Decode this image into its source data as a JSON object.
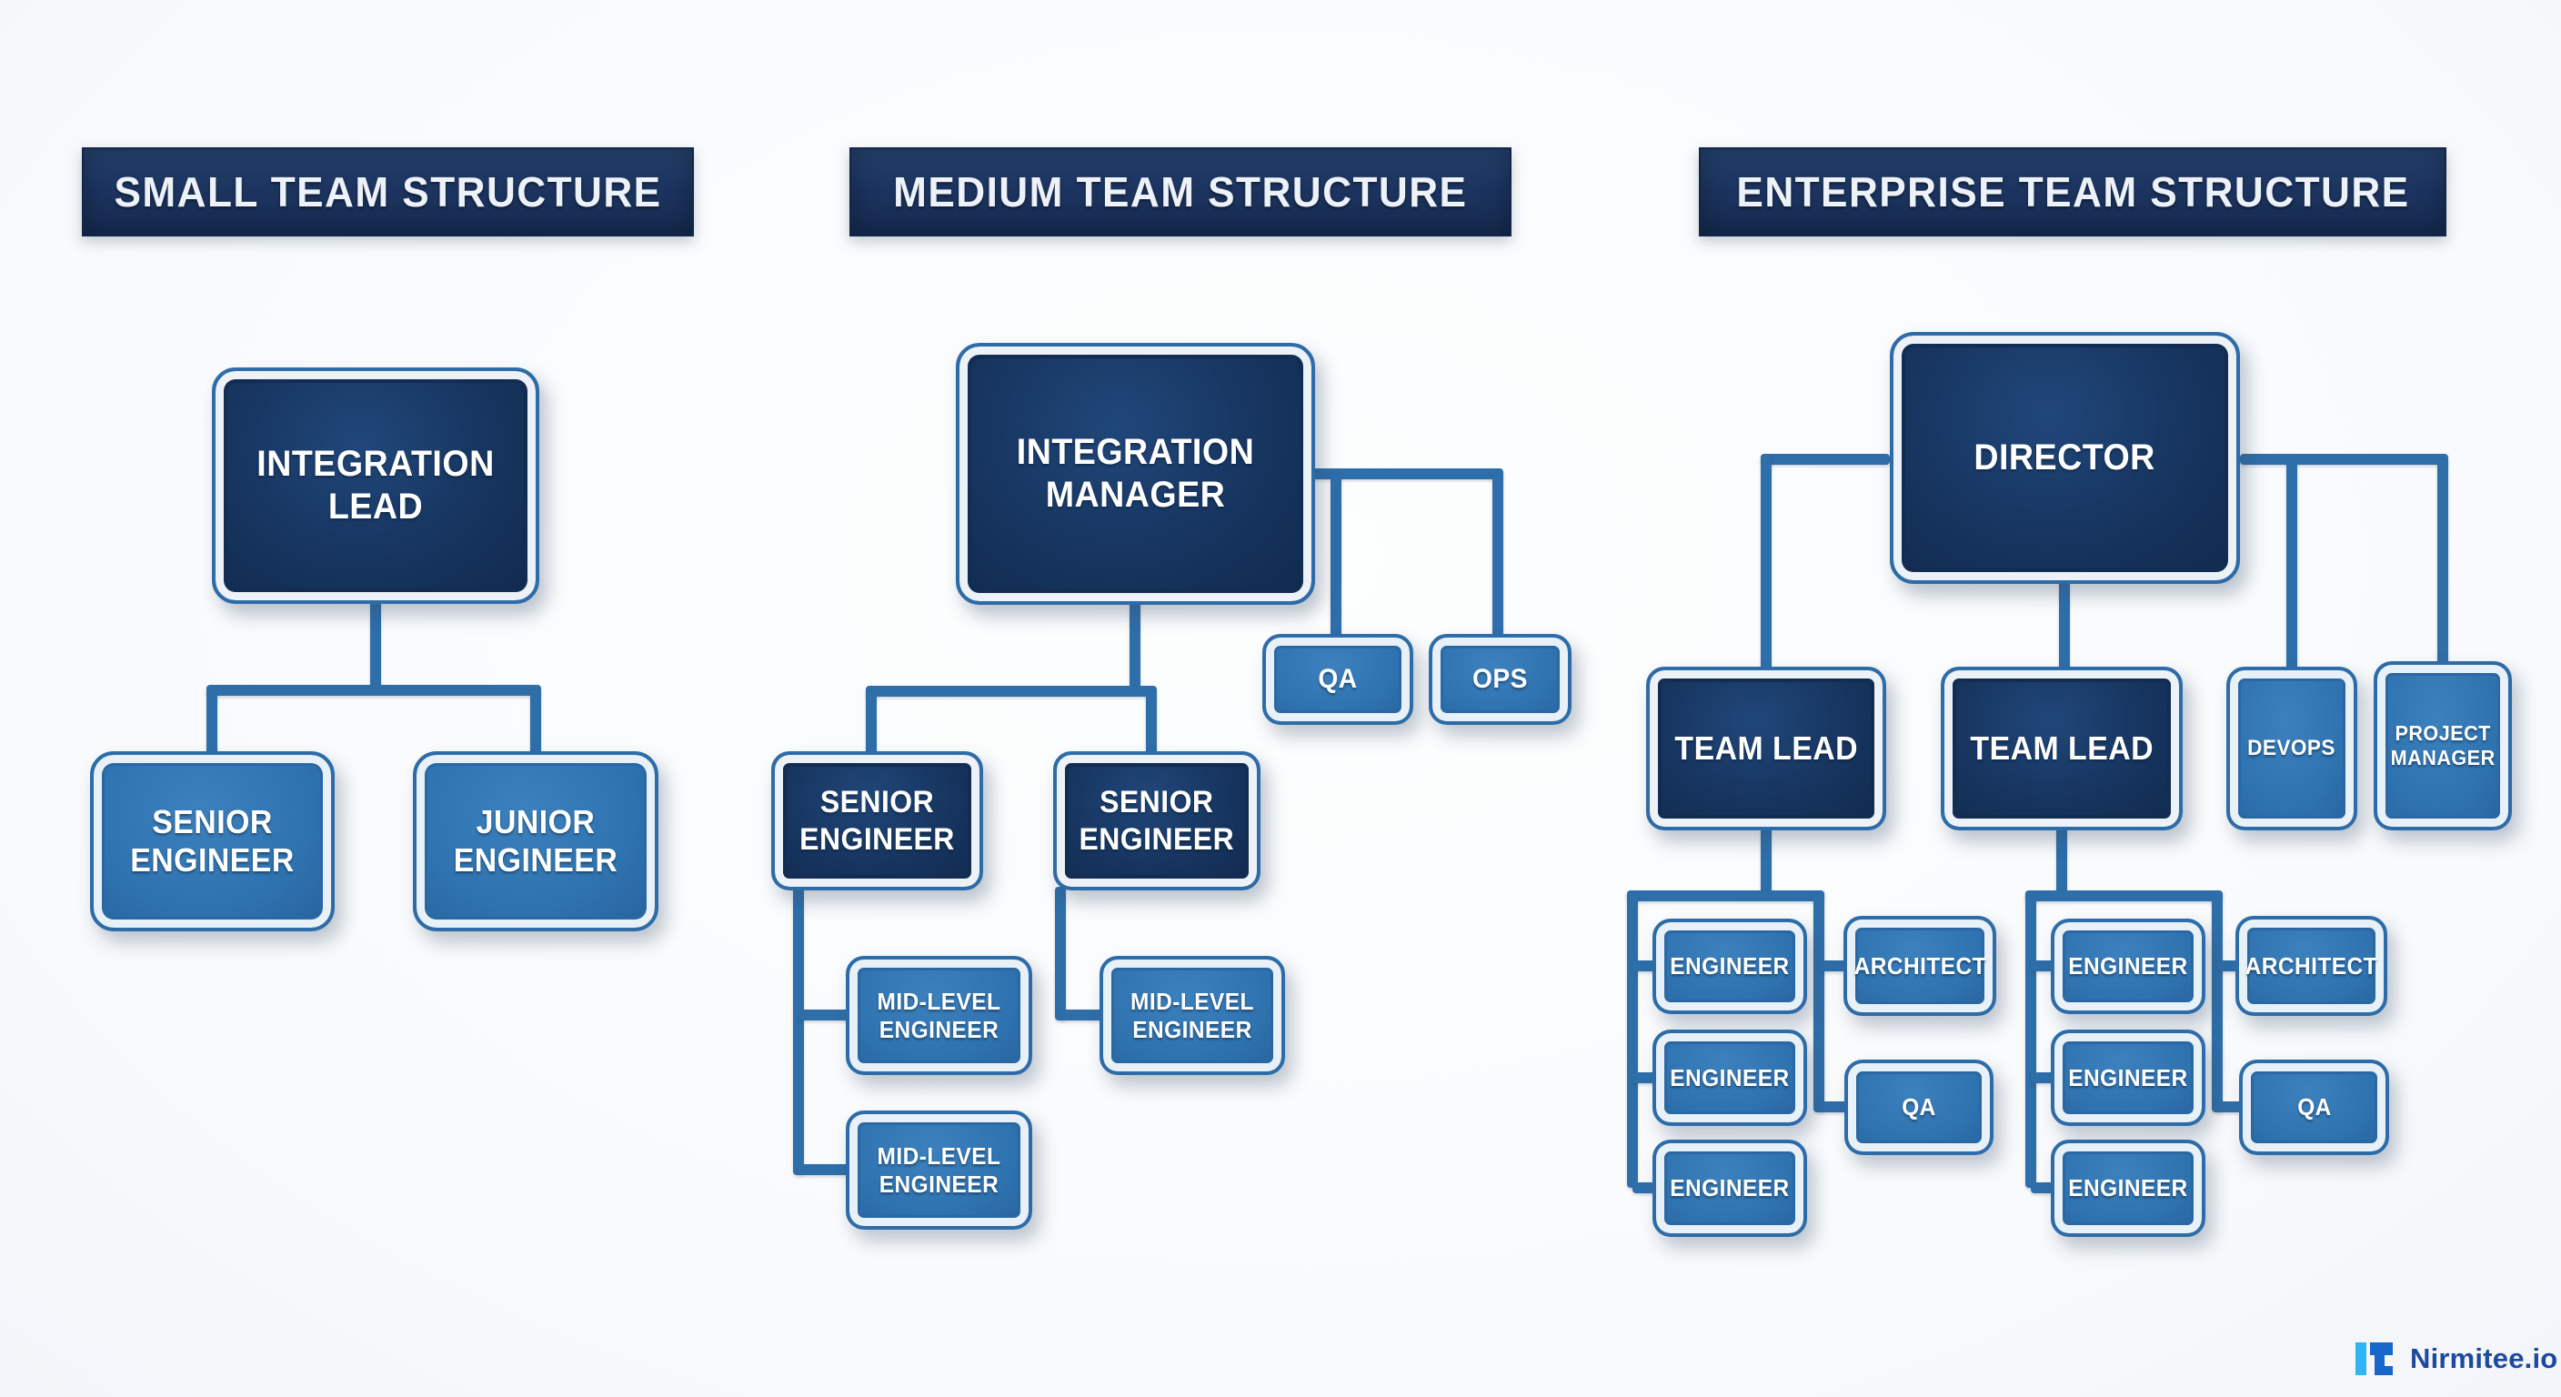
{
  "colors": {
    "title_bar": "#1c3460",
    "dark_node": "#16345e",
    "light_node": "#2e72af",
    "connector": "#2e6ea9",
    "node_text": "#ffffff",
    "logo_text": "#1d4a9e",
    "logo_light_blue": "#2fb5f3",
    "logo_dark_blue": "#1766c9"
  },
  "small": {
    "title": "SMALL TEAM STRUCTURE",
    "root": {
      "label": "INTEGRATION LEAD"
    },
    "children": [
      {
        "label": "SENIOR ENGINEER"
      },
      {
        "label": "JUNIOR ENGINEER"
      }
    ]
  },
  "medium": {
    "title": "MEDIUM TEAM STRUCTURE",
    "root": {
      "label": "INTEGRATION MANAGER"
    },
    "staff": [
      {
        "label": "QA"
      },
      {
        "label": "OPS"
      }
    ],
    "children": [
      {
        "label": "SENIOR ENGINEER",
        "reports": [
          {
            "label": "MID-LEVEL ENGINEER"
          },
          {
            "label": "MID-LEVEL ENGINEER"
          }
        ]
      },
      {
        "label": "SENIOR ENGINEER",
        "reports": [
          {
            "label": "MID-LEVEL ENGINEER"
          }
        ]
      }
    ]
  },
  "enterprise": {
    "title": "ENTERPRISE TEAM STRUCTURE",
    "root": {
      "label": "DIRECTOR"
    },
    "children": [
      {
        "label": "TEAM LEAD",
        "reports": [
          {
            "label": "ENGINEER"
          },
          {
            "label": "ENGINEER"
          },
          {
            "label": "ENGINEER"
          },
          {
            "label": "ARCHITECT"
          },
          {
            "label": "QA"
          }
        ]
      },
      {
        "label": "TEAM LEAD",
        "reports": [
          {
            "label": "ENGINEER"
          },
          {
            "label": "ENGINEER"
          },
          {
            "label": "ENGINEER"
          },
          {
            "label": "ARCHITECT"
          },
          {
            "label": "QA"
          }
        ]
      },
      {
        "label": "DEVOPS"
      },
      {
        "label": "PROJECT MANAGER"
      }
    ]
  },
  "footer": {
    "brand": "Nirmitee.io"
  }
}
